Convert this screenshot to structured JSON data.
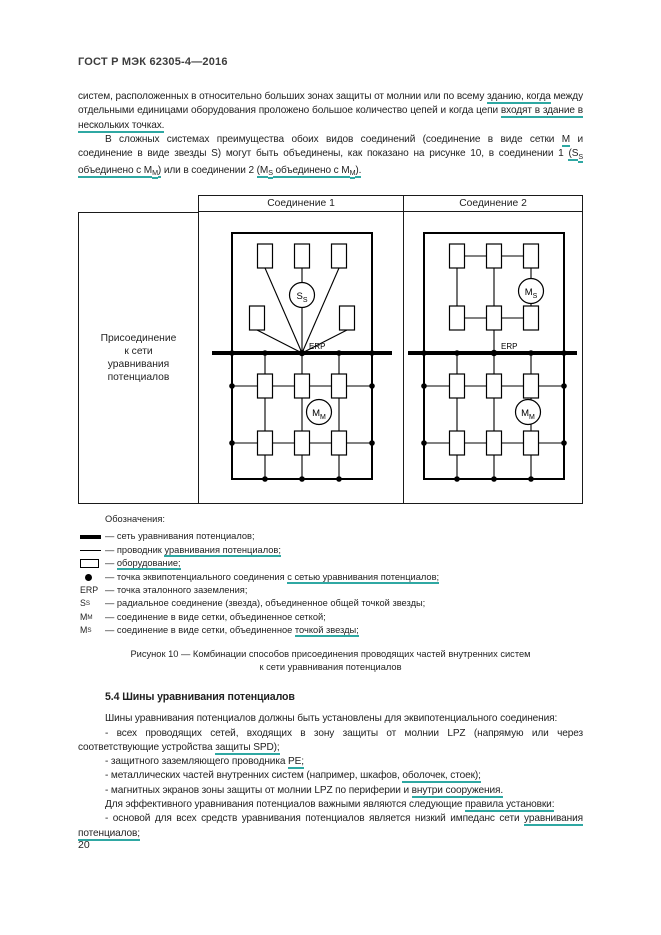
{
  "colors": {
    "underline_marker": "#2fa8a3",
    "line_color": "#1a1a1a"
  },
  "page": {
    "number": "20"
  },
  "header": {
    "title": "ГОСТ Р МЭК 62305-4—2016"
  },
  "intro": {
    "p1": [
      {
        "t": "систем, расположенных в относительно больших зонах защиты от молнии или по всему "
      },
      {
        "t": "зданию, когда",
        "u": 1
      },
      {
        "t": " между отдельными единицами оборудования проложено большое количество цепей и когда цепи "
      },
      {
        "t": "входят в здание в нескольких точках.",
        "u": 1
      }
    ],
    "p2": [
      {
        "t": "В сложных системах преимущества обоих видов соединений (соединение в виде сетки "
      },
      {
        "t": "М",
        "u": 1
      },
      {
        "t": " и соединение в виде звезды S) могут быть объединены, как показано на рисунке 10, в соединении 1 "
      },
      {
        "t": "(S",
        "u": 1
      },
      {
        "t": "S",
        "u": 1,
        "sub": 1
      },
      {
        "t": " "
      },
      {
        "t": "объединено с М",
        "u": 1
      },
      {
        "t": "М",
        "u": 1,
        "sub": 1
      },
      {
        "t": ")",
        "u": 1
      },
      {
        "t": " или в соединении 2 "
      },
      {
        "t": "(M",
        "u": 1
      },
      {
        "t": "S",
        "u": 1,
        "sub": 1
      },
      {
        "t": " объединено с М",
        "u": 1
      },
      {
        "t": "М",
        "u": 1,
        "sub": 1
      },
      {
        "t": ").",
        "u": 1
      }
    ]
  },
  "figure": {
    "col1_header": "Соединение 1",
    "col2_header": "Соединение 2",
    "side_label": [
      "Присоединение",
      "к сети",
      "уравнивания",
      "потенциалов"
    ],
    "erp": "ERP",
    "s_s": {
      "main": "S",
      "sub": "S"
    },
    "m_m": {
      "main": "M",
      "sub": "M"
    },
    "m_s": {
      "main": "M",
      "sub": "S"
    }
  },
  "legend": {
    "title": "Обозначения:",
    "items": [
      {
        "sym": "thick-line",
        "segs": [
          {
            "t": "— сеть уравнивания потенциалов;"
          }
        ]
      },
      {
        "sym": "thin-line",
        "segs": [
          {
            "t": "— проводник "
          },
          {
            "t": "уравнивания потенциалов;",
            "u": 1
          }
        ]
      },
      {
        "sym": "equipment-rect",
        "segs": [
          {
            "t": "— "
          },
          {
            "t": "оборудование;",
            "u": 1
          }
        ]
      },
      {
        "sym": "bonding-dot",
        "segs": [
          {
            "t": "— точка эквипотенциального соединения "
          },
          {
            "t": "с сетью уравнивания потенциалов;",
            "u": 1
          }
        ]
      },
      {
        "sym": "label",
        "main": "ERP",
        "segs": [
          {
            "t": "— точка эталонного заземления;"
          }
        ]
      },
      {
        "sym": "label",
        "main": "S",
        "sub": "S",
        "segs": [
          {
            "t": "— радиальное соединение (звезда), объединенное общей точкой звезды;"
          }
        ]
      },
      {
        "sym": "label",
        "main": "M",
        "sub": "M",
        "segs": [
          {
            "t": "— соединение в виде сетки, объединенное сеткой;"
          }
        ]
      },
      {
        "sym": "label",
        "main": "M",
        "sub": "S",
        "segs": [
          {
            "t": "— соединение в виде сетки, объединенное "
          },
          {
            "t": "точкой звезды;",
            "u": 1
          }
        ]
      }
    ]
  },
  "caption": {
    "line1": "Рисунок 10 — Комбинации способов присоединения проводящих частей внутренних систем",
    "line2": "к сети уравнивания потенциалов"
  },
  "body": {
    "heading": "5.4 Шины уравнивания потенциалов",
    "p_intro": [
      {
        "t": "Шины уравнивания потенциалов должны быть установлены для эквипотенциального соединения:"
      }
    ],
    "li1": [
      {
        "t": "- всех проводящих сетей, входящих в зону защиты от молнии LPZ (напрямую или через соответствующие устройства "
      },
      {
        "t": "защиты SPD);",
        "u": 1
      }
    ],
    "li2": [
      {
        "t": "- защитного заземляющего проводника "
      },
      {
        "t": "PE;",
        "u": 1
      }
    ],
    "li3": [
      {
        "t": "- металлических частей внутренних систем (например, шкафов, "
      },
      {
        "t": "оболочек, стоек);",
        "u": 1
      }
    ],
    "li4": [
      {
        "t": "- магнитных экранов зоны защиты от молнии LPZ по периферии и "
      },
      {
        "t": "внутри сооружения.",
        "u": 1
      }
    ],
    "p_rules": [
      {
        "t": "Для эффективного уравнивания потенциалов важными являются следующие "
      },
      {
        "t": "правила установки:",
        "u": 1
      }
    ],
    "li5": [
      {
        "t": "- основой для всех средств уравнивания потенциалов является низкий импеданс сети "
      },
      {
        "t": "уравнивания потенциалов;",
        "u": 1
      }
    ]
  }
}
